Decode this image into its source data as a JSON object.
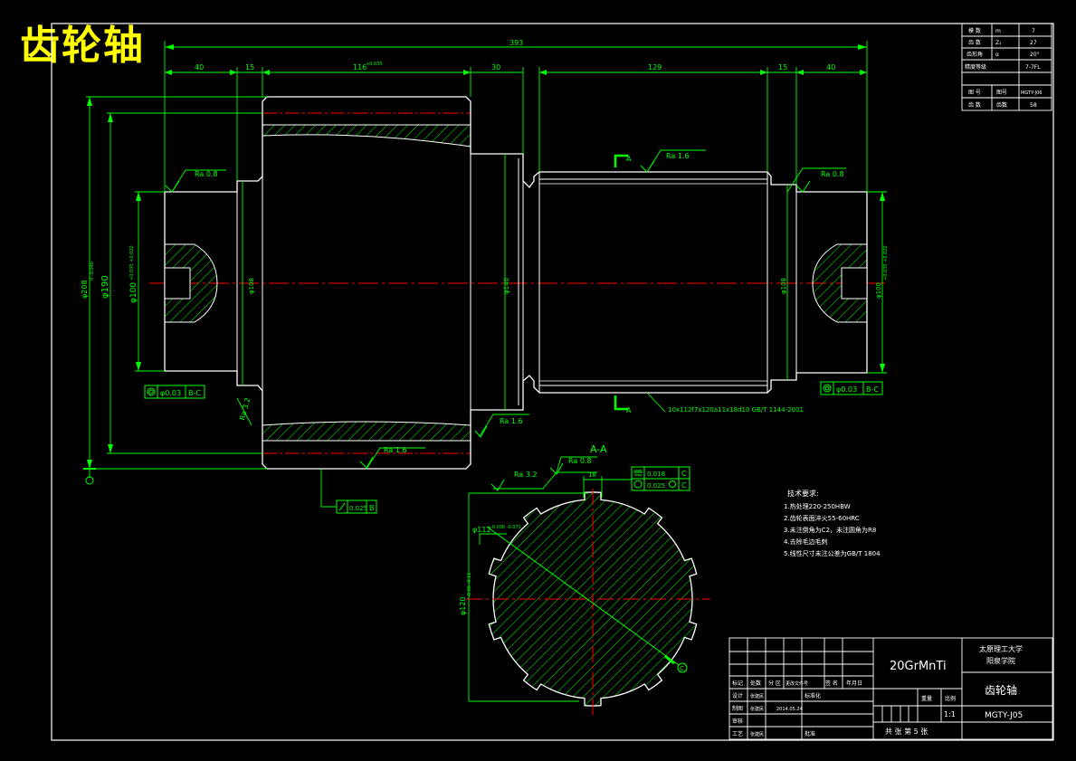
{
  "title": "齿轮轴",
  "dimensions": {
    "overall": "393",
    "d40_left": "40",
    "d15_left": "15",
    "d116": "116",
    "d116_tol": "+0.035",
    "d116_tol_lo": "0",
    "d30": "30",
    "d129": "129",
    "d15_right": "15",
    "d40_right": "40",
    "dia208": "φ208",
    "dia208_tol": "0 -0.046",
    "dia190": "φ190",
    "dia100_left": "φ100",
    "dia100_left_tol": "+0.035 +0.020",
    "dia108_left": "φ108",
    "dia140": "φ140",
    "dia108_right": "φ108",
    "dia100_right": "φ100",
    "dia100_right_tol": "+0.035 +0.020",
    "dia112": "φ112",
    "dia112_tol": "-0.036 -0.071",
    "dia120": "φ120",
    "dia120_tol": "-0.06 -0.11",
    "w18": "18"
  },
  "roughness": {
    "r1": "Ra 0.8",
    "r2": "Ra 1.6",
    "r3": "Ra 0.8",
    "r4": "Ra 3.2",
    "r5": "Ra 1.6",
    "r6": "Ra 1.6",
    "r7": "Ra 3.2",
    "r8": "Ra 0.8"
  },
  "tolerances": {
    "left_runout_val": "φ0.03",
    "left_runout_ref": "B-C",
    "right_runout_val": "φ0.03",
    "right_runout_ref": "B-C",
    "bottom_val": "0.025",
    "bottom_ref": "B",
    "sym_val": "0.018",
    "sym_ref": "C",
    "pos_val": "0.025",
    "pos_ref": "C"
  },
  "datum_labels": {
    "b": "B",
    "c": "C"
  },
  "section": {
    "title": "A-A",
    "mark_top": "A",
    "mark_bottom": "A"
  },
  "spline_spec": "10x112f7x120a11x18d10 GB/T 1144-2001",
  "tech_requirements": {
    "heading": "技术要求:",
    "items": [
      "1.热处理220-250HBW",
      "2.齿轮表面淬火55-60HRC",
      "3.未注倒角为C2，未注圆角为R8",
      "4.去除毛边毛刺",
      "5.线性尺寸未注公差为GB/T 1804"
    ]
  },
  "param_table": [
    {
      "name": "模  数",
      "sym": "m",
      "val": "7"
    },
    {
      "name": "齿  数",
      "sym": "Z₁",
      "val": "27"
    },
    {
      "name": "齿形角",
      "sym": "α",
      "val": "20°"
    },
    {
      "name": "精度等级",
      "sym": "",
      "val": "7-7FL"
    }
  ],
  "param_table2": [
    {
      "name": "图  号",
      "sym": "图号",
      "val": "MGTY-J06"
    },
    {
      "name": "齿  数",
      "sym": "齿数",
      "val": "58"
    }
  ],
  "title_block": {
    "material": "20GrMnTi",
    "school": "太原理工大学",
    "college": "阳泉学院",
    "part_name": "齿轮轴",
    "drawing_no": "MGTY-J05",
    "scale_label": "比例",
    "weight_label": "重量",
    "scale": "1:1",
    "sheets": "共  张  第 5 张",
    "rows": [
      {
        "c1": "标记",
        "c2": "处数",
        "c3": "分  区",
        "c4": "更改文件号",
        "c5": "签 名",
        "c6": "年月日"
      },
      {
        "c1": "设计",
        "c2": "张建民",
        "c3": "",
        "c4": "标准化",
        "c5": "",
        "c6": ""
      },
      {
        "c1": "制图",
        "c2": "张建民",
        "c3": "2014.05.24",
        "c4": "",
        "c5": "",
        "c6": ""
      },
      {
        "c1": "审核",
        "c2": "",
        "c3": "",
        "c4": "",
        "c5": "",
        "c6": ""
      },
      {
        "c1": "工艺",
        "c2": "张建民",
        "c3": "",
        "c4": "批准",
        "c5": "",
        "c6": ""
      }
    ]
  },
  "colors": {
    "background": "#000000",
    "outline": "#ffffff",
    "dimension": "#00ff00",
    "centerline": "#ff0000",
    "title": "#ffff00"
  }
}
